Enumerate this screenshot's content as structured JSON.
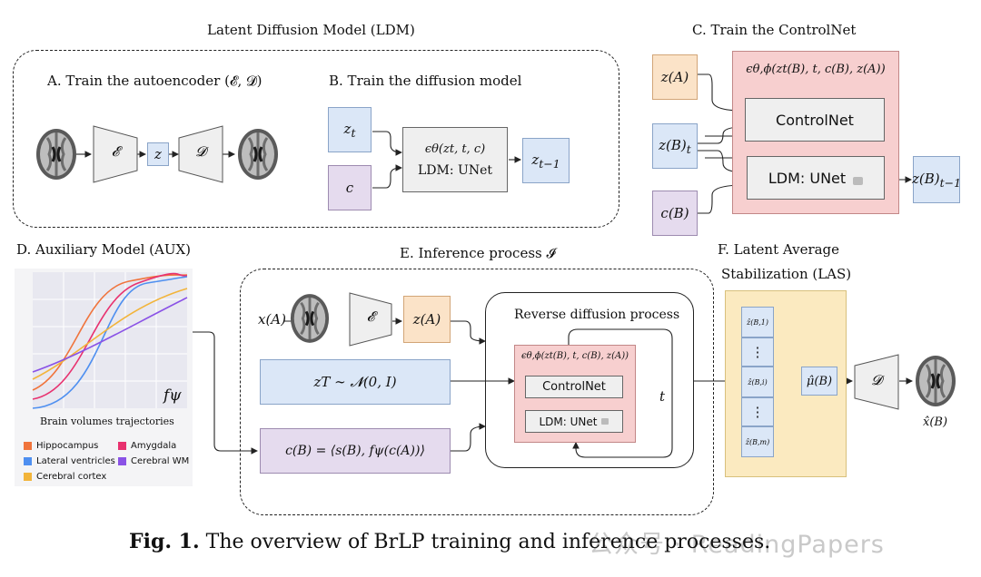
{
  "titles": {
    "ldm": "Latent Diffusion Model (LDM)",
    "controlnet_section": "C. Train the ControlNet",
    "aux_section": "D. Auxiliary Model  (AUX)",
    "inference_section": "E. Inference process 𝓘",
    "las_line1": "F. Latent Average",
    "las_line2": "Stabilization (LAS)"
  },
  "panel_a": {
    "title": "A. Train the autoencoder (𝓔, 𝓓)",
    "encoder": "𝓔",
    "latent": "z",
    "decoder": "𝓓"
  },
  "panel_b": {
    "title": "B. Train the diffusion model",
    "zt": "z",
    "zt_sub": "t",
    "c": "c",
    "eps": "ϵθ(zt, t, c)",
    "unet": "LDM: UNet",
    "out": "z",
    "out_sub": "t−1"
  },
  "panel_c": {
    "zA": "z(A)",
    "ztB": "z(B)",
    "ztB_sub": "t",
    "cB": "c(B)",
    "eps": "ϵθ,ϕ(zt(B), t, c(B), z(A))",
    "controlnet": "ControlNet",
    "unet": "LDM: UNet",
    "out": "z(B)",
    "out_sub": "t−1"
  },
  "panel_d": {
    "fpsi": "fψ",
    "xlabel": "Brain volumes trajectories",
    "legend": [
      {
        "label": "Hippocampus",
        "color": "#f0743c"
      },
      {
        "label": "Amygdala",
        "color": "#e8316f"
      },
      {
        "label": "Lateral ventricles",
        "color": "#4e8ff0"
      },
      {
        "label": "Cerebral WM",
        "color": "#8a52e6"
      },
      {
        "label": "Cerebral cortex",
        "color": "#f2b43a"
      }
    ]
  },
  "panel_e": {
    "xA": "x(A)",
    "encoder": "𝓔",
    "zA": "z(A)",
    "zT": "zT ∼ 𝓝(0, I)",
    "cB": "c(B) = ⟨s(B), fψ(c(A))⟩",
    "reverse": "Reverse diffusion process",
    "eps": "ϵθ,ϕ(zt(B), t, c(B), z(A))",
    "controlnet": "ControlNet",
    "unet": "LDM: UNet",
    "t": "t"
  },
  "panel_f": {
    "z1": "ẑ(B,1)",
    "zi": "ẑ(B,i)",
    "zm": "ẑ(B,m)",
    "dots": "⋮",
    "mu": "μ̂(B)",
    "decoder": "𝓓",
    "out": "x̂(B)"
  },
  "caption": {
    "label": "Fig. 1.",
    "text": " The overview of BrLP training and inference processes."
  },
  "watermark": "公众号 · ReadingPapers"
}
